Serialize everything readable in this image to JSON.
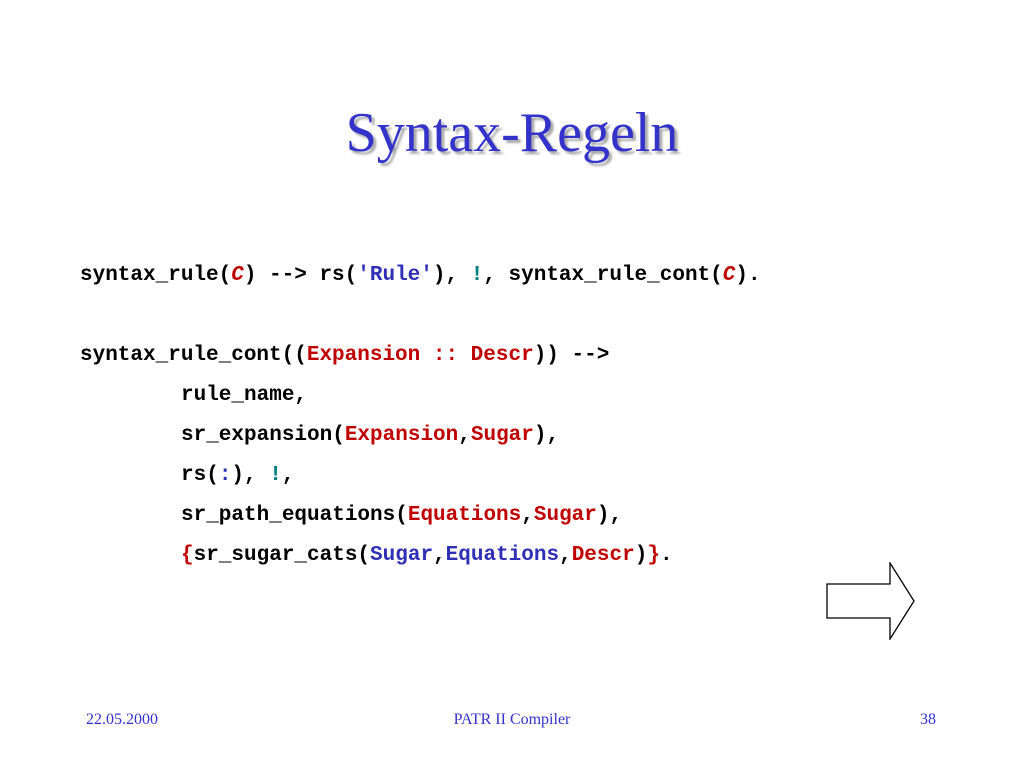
{
  "slide": {
    "title": "Syntax-Regeln",
    "colors": {
      "title": "#3333cc",
      "footer": "#3333cc",
      "variable": "#c00000",
      "variable_alt": "#2f2fb5",
      "cut": "#007f7f",
      "text": "#000000"
    },
    "code": {
      "line1": {
        "a": "syntax_rule(",
        "b": "C",
        "c": ") --> rs(",
        "d": "'Rule'",
        "e": "), ",
        "f": "!",
        "g": ", syntax_rule_cont(",
        "h": "C",
        "i": ")."
      },
      "line2": {
        "a": "syntax_rule_cont((",
        "b": "Expansion :: Descr",
        "c": ")) -->"
      },
      "line3": {
        "a": "rule_name,"
      },
      "line4": {
        "a": "sr_expansion(",
        "b": "Expansion",
        "c": ",",
        "d": "Sugar",
        "e": "),"
      },
      "line5": {
        "a": "rs(",
        "b": ":",
        "c": "), ",
        "d": "!",
        "e": ","
      },
      "line6": {
        "a": "sr_path_equations(",
        "b": "Equations",
        "c": ",",
        "d": "Sugar",
        "e": "),"
      },
      "line7": {
        "a": "{",
        "b": "sr_sugar_cats(",
        "c": "Sugar",
        "d": ",",
        "e": "Equations",
        "f": ",",
        "g": "Descr",
        "h": ")",
        "i": "}",
        "j": "."
      }
    },
    "footer": {
      "date": "22.05.2000",
      "center": "PATR II Compiler",
      "page": "38"
    },
    "nav": {
      "next_icon": "right-arrow-icon"
    }
  }
}
